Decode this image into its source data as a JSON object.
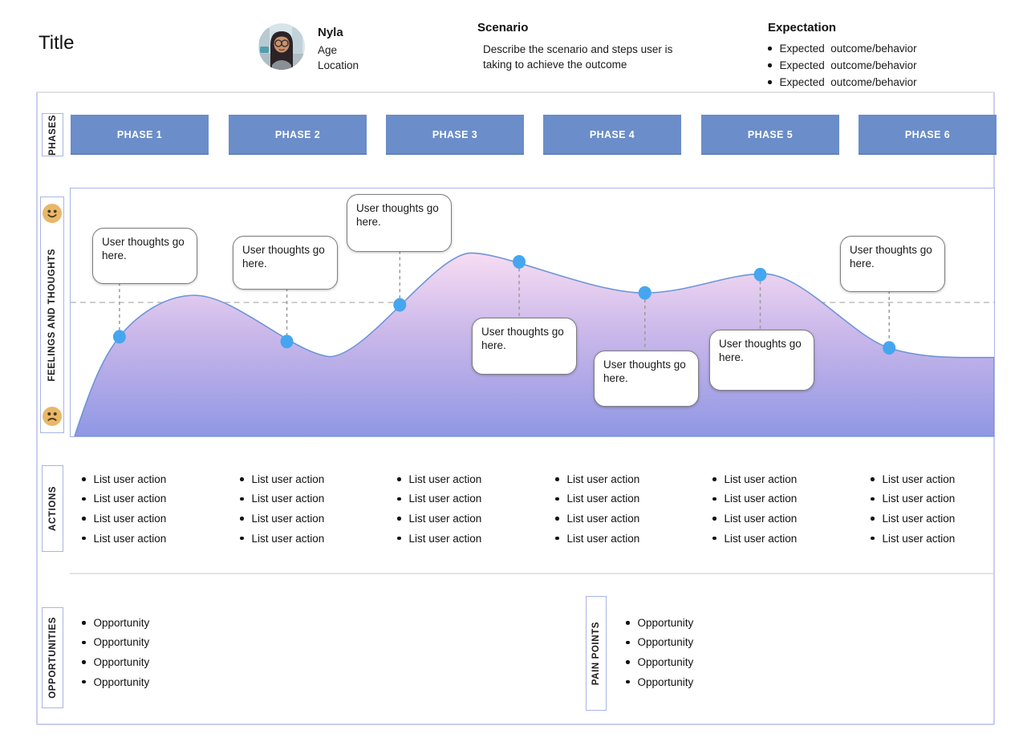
{
  "header": {
    "title": "Title",
    "persona": {
      "name": "Nyla",
      "age_label": "Age",
      "location_label": "Location"
    },
    "scenario": {
      "heading": "Scenario",
      "description": "Describe the scenario and steps user is taking to achieve the outcome"
    },
    "expectation": {
      "heading": "Expectation",
      "items": [
        "Expected  outcome/behavior",
        "Expected  outcome/behavior",
        "Expected  outcome/behavior"
      ]
    }
  },
  "phases": {
    "row_label": "PHASES",
    "items": [
      "PHASE 1",
      "PHASE 2",
      "PHASE 3",
      "PHASE 4",
      "PHASE 5",
      "PHASE 6"
    ]
  },
  "feelings": {
    "row_label": "FEELINGS AND THOUGHTS",
    "positive_icon": "happy-face",
    "negative_icon": "sad-face",
    "bubbles": [
      {
        "text": "User thoughts go here."
      },
      {
        "text": "User thoughts go here."
      },
      {
        "text": "User thoughts go here."
      },
      {
        "text": "User thoughts go here."
      },
      {
        "text": "User thoughts go here."
      },
      {
        "text": "User thoughts go here."
      },
      {
        "text": "User thoughts go here."
      }
    ]
  },
  "actions": {
    "row_label": "ACTIONS",
    "columns": [
      [
        "List user action",
        "List user action",
        "List user action",
        "List user action"
      ],
      [
        "List user action",
        "List user action",
        "List user action",
        "List user action"
      ],
      [
        "List user action",
        "List user action",
        "List user action",
        "List user action"
      ],
      [
        "List user action",
        "List user action",
        "List user action",
        "List user action"
      ],
      [
        "List user action",
        "List user action",
        "List user action",
        "List user action"
      ],
      [
        "List user action",
        "List user action",
        "List user action",
        "List user action"
      ]
    ]
  },
  "opportunities": {
    "row_label": "OPPORTUNITIES",
    "items": [
      "Opportunity",
      "Opportunity",
      "Opportunity",
      "Opportunity"
    ]
  },
  "pain_points": {
    "row_label": "PAIN POINTS",
    "items": [
      "Opportunity",
      "Opportunity",
      "Opportunity",
      "Opportunity"
    ]
  },
  "colors": {
    "phase_fill": "#6B8DC9",
    "emotion_point": "#45A6EF",
    "curve_gradient_top": "#F7DCF2",
    "curve_gradient_bottom": "#9097E4",
    "frame_border": "#C9CFEE"
  }
}
